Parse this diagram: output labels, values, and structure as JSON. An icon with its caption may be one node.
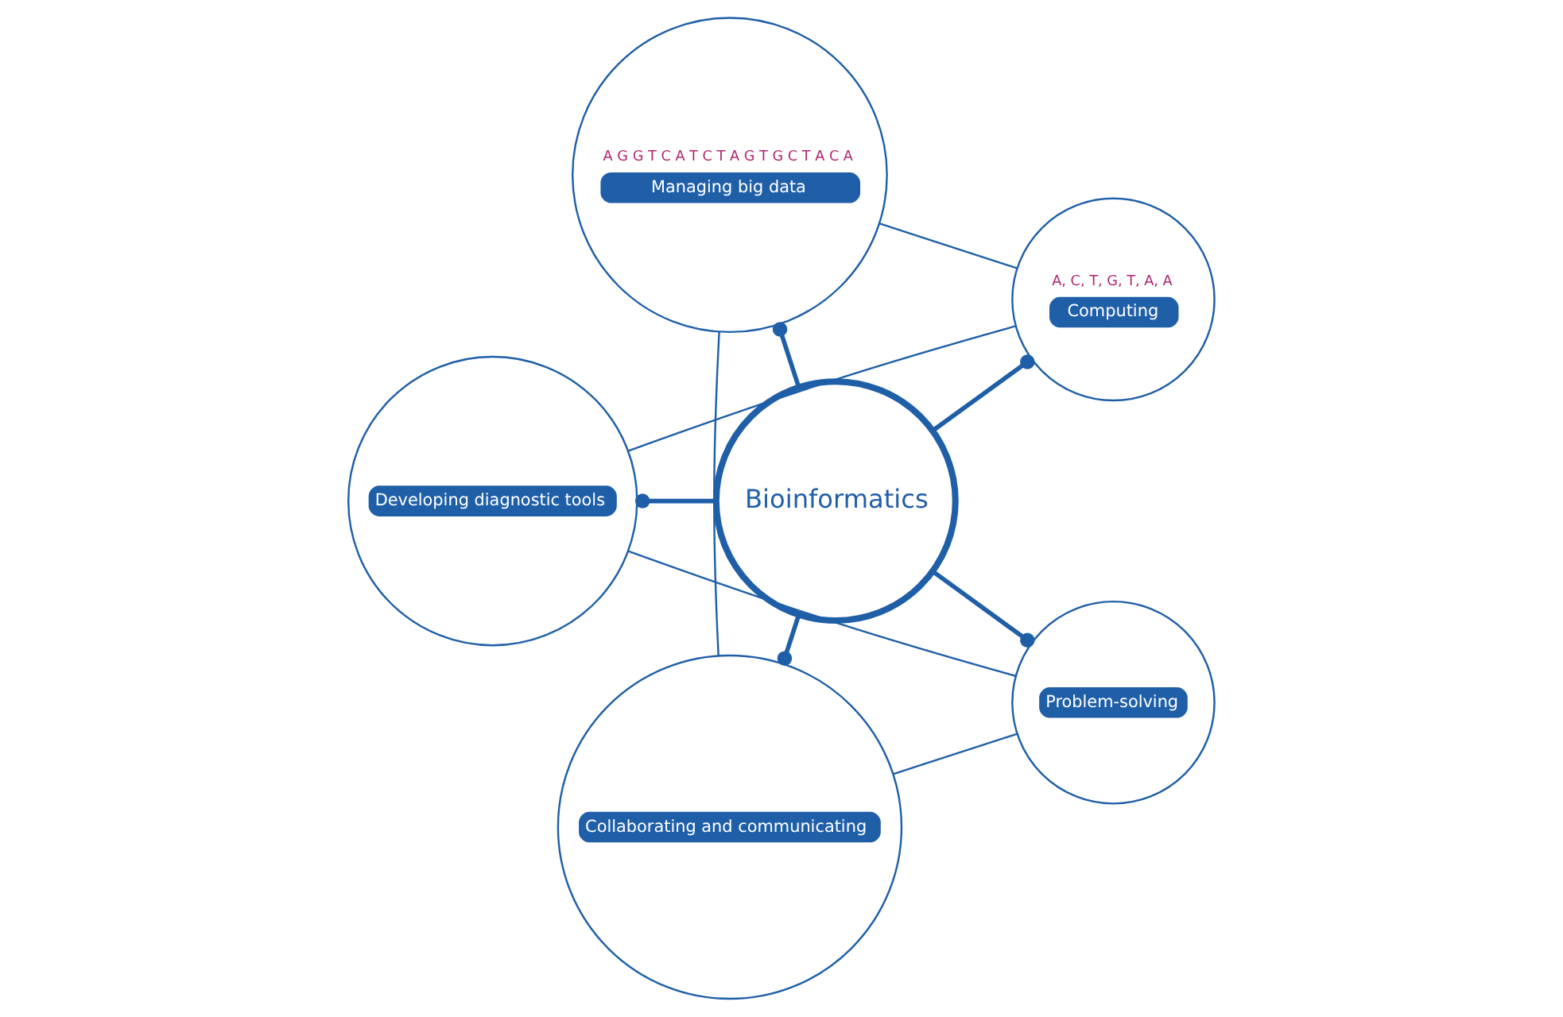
{
  "diagram": {
    "nodes": [
      {
        "text": [
          "A, C, T, G, T, A, A",
          "Computing"
        ]
      },
      {
        "text": [
          "A G G T C A T C T A G T G C T A C A",
          "Managing big data"
        ]
      },
      {
        "text": [
          "Bioinformatics"
        ]
      },
      {
        "text": [
          "Developing diagnostic tools"
        ]
      },
      {
        "text": [
          "Collaborating and communicating"
        ]
      },
      {
        "text": [
          "Problem-solving"
        ]
      }
    ],
    "edges": [
      {
        "from": 2,
        "to": 0,
        "arrow": "other",
        "style": "thick"
      },
      {
        "from": 2,
        "to": 1,
        "arrow": "other",
        "style": "thick"
      },
      {
        "from": 2,
        "to": 3,
        "arrow": "other",
        "style": "thick"
      },
      {
        "from": 2,
        "to": 4,
        "arrow": "other",
        "style": "thick"
      },
      {
        "from": 2,
        "to": 5,
        "arrow": "other",
        "style": "thick"
      },
      {
        "from": 0,
        "to": 1,
        "arrow": "none"
      },
      {
        "from": 1,
        "to": 4,
        "arrow": "none"
      },
      {
        "from": 4,
        "to": 5,
        "arrow": "none"
      },
      {
        "from": 5,
        "to": 3,
        "arrow": "none"
      },
      {
        "from": 3,
        "to": 0,
        "arrow": "none"
      }
    ]
  }
}
